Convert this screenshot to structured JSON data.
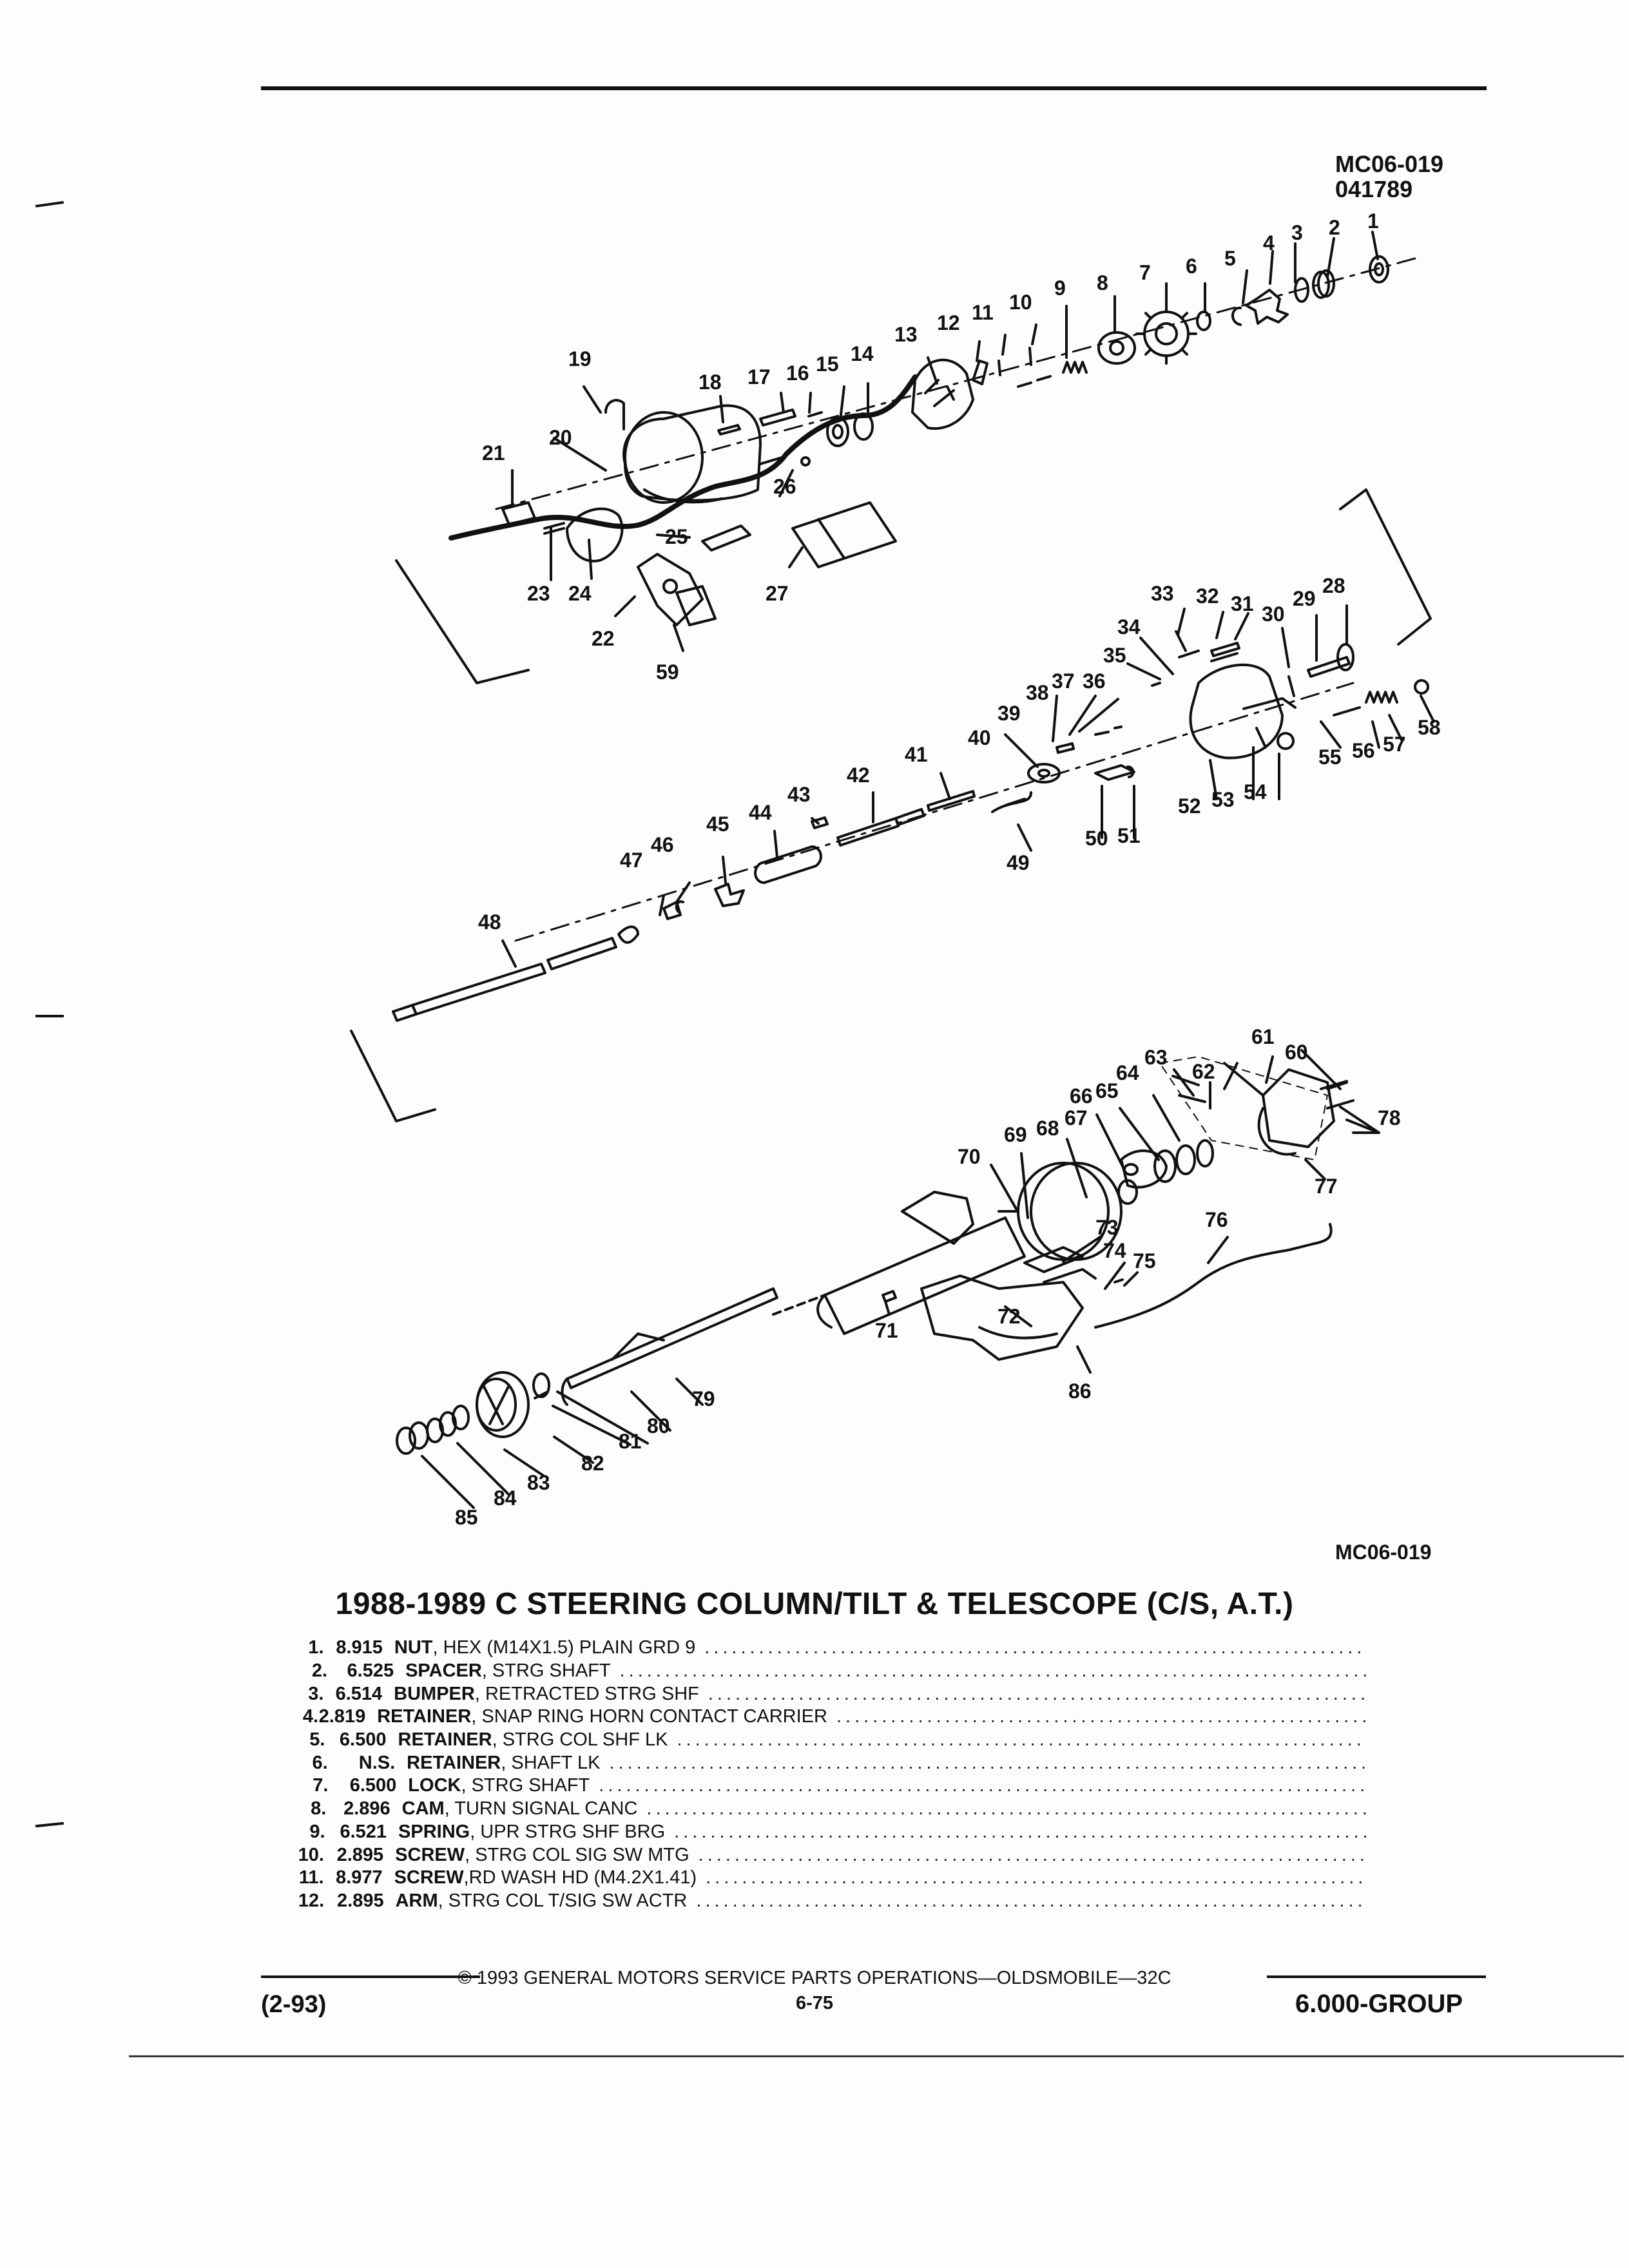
{
  "header": {
    "figure_id": "MC06-019",
    "figure_date": "041789"
  },
  "diagram": {
    "callouts": [
      "1",
      "2",
      "3",
      "4",
      "5",
      "6",
      "7",
      "8",
      "9",
      "10",
      "11",
      "12",
      "13",
      "14",
      "15",
      "16",
      "17",
      "18",
      "19",
      "20",
      "21",
      "22",
      "23",
      "24",
      "25",
      "26",
      "27",
      "28",
      "29",
      "30",
      "31",
      "32",
      "33",
      "34",
      "35",
      "36",
      "37",
      "38",
      "39",
      "40",
      "41",
      "42",
      "43",
      "44",
      "45",
      "46",
      "47",
      "48",
      "49",
      "50",
      "51",
      "52",
      "53",
      "54",
      "55",
      "56",
      "57",
      "58",
      "59",
      "60",
      "61",
      "62",
      "63",
      "64",
      "65",
      "66",
      "67",
      "68",
      "69",
      "70",
      "71",
      "72",
      "73",
      "74",
      "75",
      "76",
      "77",
      "78",
      "79",
      "80",
      "81",
      "82",
      "83",
      "84",
      "85",
      "86"
    ],
    "figure_id_bottom": "MC06-019"
  },
  "title": "1988-1989 C STEERING COLUMN/TILT & TELESCOPE (C/S, A.T.)",
  "parts": [
    {
      "num": "1.",
      "code": "8.915",
      "name": "NUT",
      "desc": ", HEX (M14X1.5) PLAIN GRD 9"
    },
    {
      "num": "2.",
      "code": "6.525",
      "name": "SPACER",
      "desc": ", STRG SHAFT"
    },
    {
      "num": "3.",
      "code": "6.514",
      "name": "BUMPER",
      "desc": ", RETRACTED STRG SHF"
    },
    {
      "num": "4.",
      "code": "2.819",
      "name": "RETAINER",
      "desc": ", SNAP RING HORN CONTACT CARRIER"
    },
    {
      "num": "5.",
      "code": "6.500",
      "name": "RETAINER",
      "desc": ", STRG COL SHF LK"
    },
    {
      "num": "6.",
      "code": "N.S.",
      "name": "RETAINER",
      "desc": ", SHAFT LK"
    },
    {
      "num": "7.",
      "code": "6.500",
      "name": "LOCK",
      "desc": ", STRG SHAFT"
    },
    {
      "num": "8.",
      "code": "2.896",
      "name": "CAM",
      "desc": ", TURN SIGNAL CANC"
    },
    {
      "num": "9.",
      "code": "6.521",
      "name": "SPRING",
      "desc": ", UPR STRG SHF BRG"
    },
    {
      "num": "10.",
      "code": "2.895",
      "name": "SCREW",
      "desc": ", STRG COL SIG SW MTG"
    },
    {
      "num": "11.",
      "code": "8.977",
      "name": "SCREW",
      "desc": ",RD WASH HD (M4.2X1.41)"
    },
    {
      "num": "12.",
      "code": "2.895",
      "name": "ARM",
      "desc": ", STRG COL T/SIG SW ACTR"
    }
  ],
  "footer": {
    "revision": "(2-93)",
    "copyright": "© 1993 GENERAL MOTORS SERVICE PARTS OPERATIONS—OLDSMOBILE—32C",
    "page": "6-75",
    "group": "6.000-GROUP"
  }
}
